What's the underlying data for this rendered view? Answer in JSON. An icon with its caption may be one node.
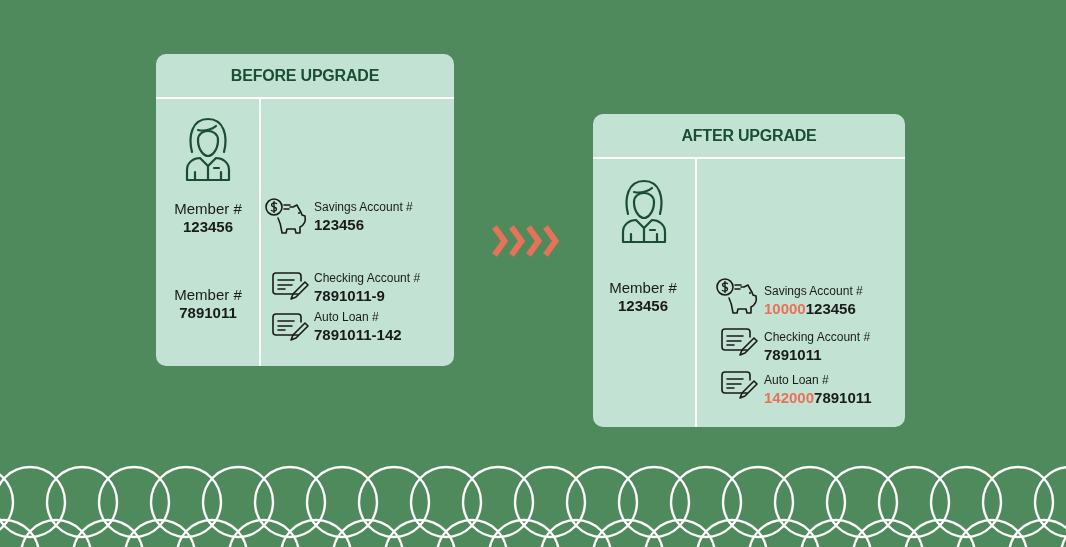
{
  "diagram": {
    "nodes": [
      {
        "text": [
          "BEFORE UPGRADE"
        ]
      },
      {
        "text": [
          "AFTER UPGRADE"
        ]
      }
    ],
    "edges": [
      {
        "from": 0,
        "to": 1,
        "arrow": "to"
      }
    ],
    "labels": [
      "Member #",
      "123456",
      "Member #",
      "7891011",
      "Savings Account #",
      "123456",
      "Checking Account #",
      "7891011-9",
      "Auto Loan #",
      "7891011-142",
      "Member #",
      "123456",
      "Savings Account #",
      "**10000**123456",
      "Checking Account #",
      "7891011",
      "Auto Loan #",
      "**142000**7891011"
    ]
  }
}
